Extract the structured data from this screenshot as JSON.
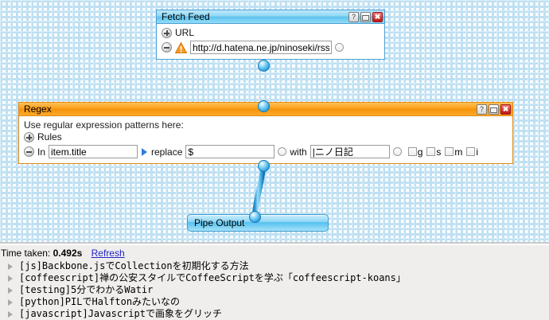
{
  "canvas": {
    "grid_color": "#d9eefa"
  },
  "fetch_feed": {
    "title": "Fetch Feed",
    "help_label": "?",
    "minimize_label": "",
    "close_label": "✖",
    "url_section_label": "URL",
    "url_value": "http://d.hatena.ne.jp/ninoseki/rss",
    "warning_icon": "warning-icon"
  },
  "regex": {
    "title": "Regex",
    "help_label": "?",
    "minimize_label": "",
    "close_label": "✖",
    "hint": "Use regular expression patterns here:",
    "rules_label": "Rules",
    "in_label": "In",
    "in_value": "item.title",
    "replace_label": "replace",
    "replace_value": "$",
    "with_label": "with",
    "with_value": "|ニノ日記",
    "flags": [
      {
        "name": "g",
        "checked": false
      },
      {
        "name": "s",
        "checked": false
      },
      {
        "name": "m",
        "checked": false
      },
      {
        "name": "i",
        "checked": false
      }
    ]
  },
  "pipe_output": {
    "label": "Pipe Output"
  },
  "results": {
    "time_label": "Time taken:",
    "time_value": "0.492s",
    "refresh_label": "Refresh",
    "items": [
      "[js]Backbone.jsでCollectionを初期化する方法",
      "[coffeescript]禅の公安スタイルでCoffeeScriptを学ぶ「coffeescript-koans」",
      "[testing]5分でわかるWatir",
      "[python]PILでHalftonみたいなの",
      "[javascript]Javascriptで画象をグリッチ"
    ]
  },
  "colors": {
    "blue_module_border": "#4a9fd4",
    "orange_module_border": "#e08a16",
    "link": "#2222cc",
    "anchor": "#35a9e6"
  }
}
